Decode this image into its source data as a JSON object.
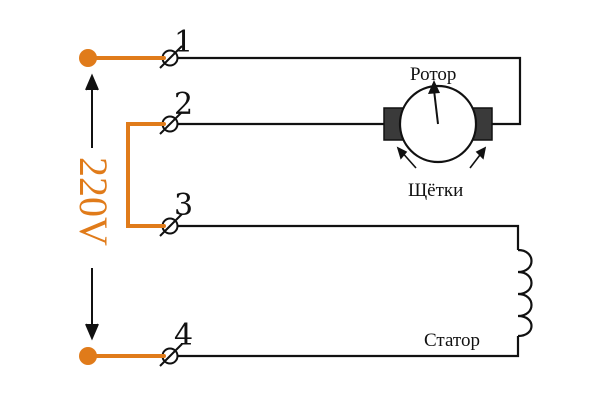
{
  "colors": {
    "wire": "#111111",
    "supply": "#e07b1a",
    "brush": "#3a3a3a",
    "background": "#ffffff"
  },
  "terminals": [
    {
      "label": "1"
    },
    {
      "label": "2"
    },
    {
      "label": "3"
    },
    {
      "label": "4"
    }
  ],
  "labels": {
    "rotor": "Ротор",
    "brushes": "Щётки",
    "stator": "Статор",
    "voltage": "220V"
  }
}
